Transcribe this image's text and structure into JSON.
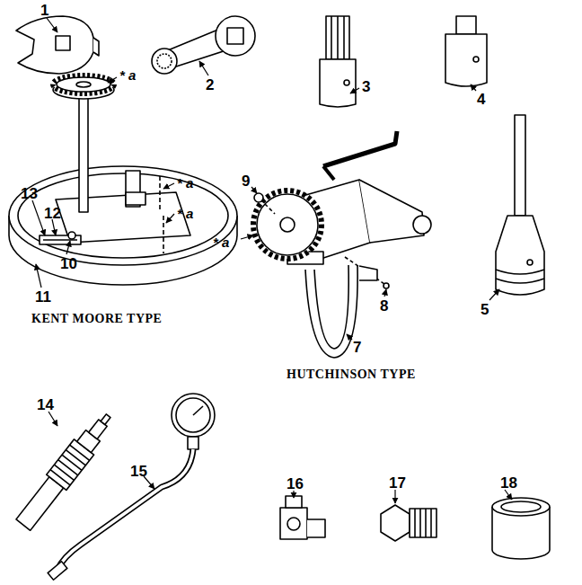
{
  "diagram": {
    "labels": [
      "1",
      "2",
      "3",
      "4",
      "5",
      "* a",
      "* a",
      "* a",
      "13",
      "12",
      "10",
      "11",
      "KENT MOORE TYPE",
      "9",
      "* a",
      "8",
      "7",
      "HUTCHINSON TYPE",
      "14",
      "15",
      "16",
      "17",
      "18"
    ]
  }
}
